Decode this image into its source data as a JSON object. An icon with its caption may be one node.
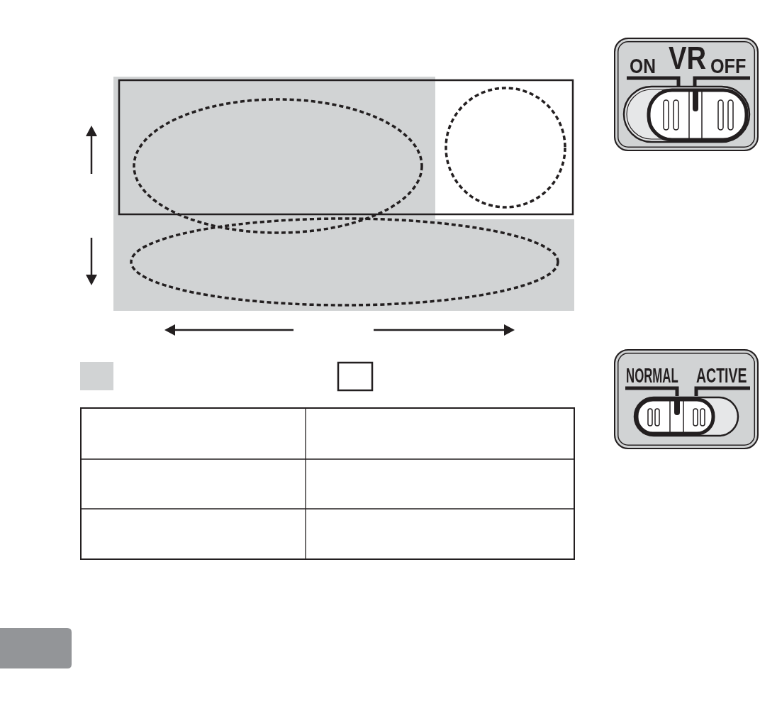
{
  "diagram": {
    "nodes": [
      {
        "text": [],
        "shape": "ellipse"
      },
      {
        "text": [],
        "shape": "circle"
      },
      {
        "text": [],
        "shape": "ellipse"
      },
      {
        "text": [
          "ON",
          "VR",
          "OFF"
        ]
      },
      {
        "text": [
          "NORMAL",
          "ACTIVE"
        ]
      }
    ]
  }
}
